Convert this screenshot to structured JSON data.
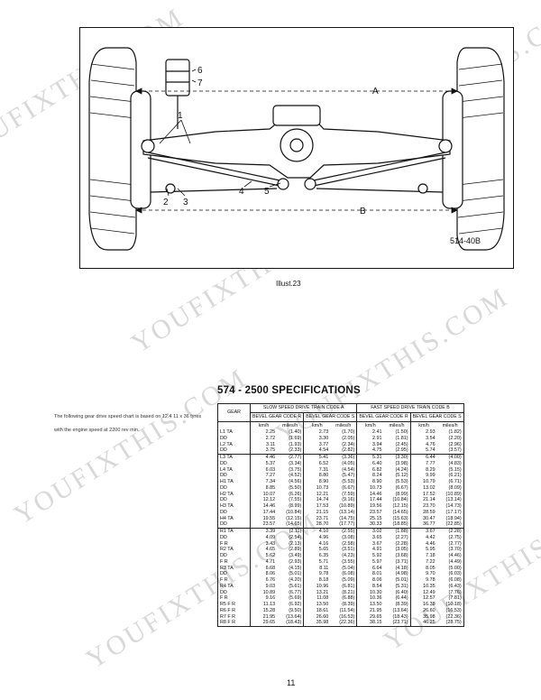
{
  "figure": {
    "labels": [
      "A",
      "B",
      "1",
      "2",
      "3",
      "4",
      "5",
      "6",
      "7"
    ],
    "figure_code": "514-40B",
    "caption": "Illust.23"
  },
  "specs": {
    "title": "574 - 2500 SPECIFICATIONS",
    "intro": "The following gear drive speed chart is based on 12.4 11 x 36 tyres with the engine speed at 2200 rev min.",
    "header": {
      "gear": "GEAR",
      "slow": "SLOW SPEED DRIVE TRAIN CODE A",
      "fast": "FAST SPEED DRIVE TRAIN CODE B",
      "bevel_r": "BEVEL GEAR CODE R",
      "bevel_s": "BEVEL GEAR CODE S",
      "kmh": "km/h",
      "mph": "miles/h"
    },
    "rows": [
      {
        "gear": "L1 TA",
        "v": [
          "2.25",
          "(1.40)",
          "2.73",
          "(1.70)",
          "2.41",
          "(1.50)",
          "2.93",
          "(1.82)"
        ]
      },
      {
        "gear": "DD",
        "v": [
          "2.72",
          "(1.69)",
          "3.30",
          "(2.05)",
          "2.91",
          "(1.81)",
          "3.54",
          "(2.20)"
        ]
      },
      {
        "gear": "L2 TA",
        "v": [
          "3.11",
          "(1.93)",
          "3.77",
          "(2.34)",
          "3.94",
          "(2.45)",
          "4.76",
          "(2.96)"
        ]
      },
      {
        "gear": "DD",
        "v": [
          "3.75",
          "(2.33)",
          "4.54",
          "(2.82)",
          "4.75",
          "(2.95)",
          "5.74",
          "(3.57)"
        ],
        "sep": true
      },
      {
        "gear": "L3 TA",
        "v": [
          "4.46",
          "(2.77)",
          "5.41",
          "(3.36)",
          "5.31",
          "(3.30)",
          "6.44",
          "(4.00)"
        ]
      },
      {
        "gear": "DD",
        "v": [
          "5.37",
          "(3.34)",
          "6.52",
          "(4.05)",
          "6.40",
          "(3.98)",
          "7.77",
          "(4.83)"
        ]
      },
      {
        "gear": "L4 TA",
        "v": [
          "6.03",
          "(3.75)",
          "7.31",
          "(4.54)",
          "6.82",
          "(4.24)",
          "8.29",
          "(5.15)"
        ]
      },
      {
        "gear": "DD",
        "v": [
          "7.27",
          "(4.52)",
          "8.80",
          "(5.47)",
          "8.24",
          "(5.12)",
          "9.99",
          "(6.21)"
        ]
      },
      {
        "gear": "H1 TA",
        "v": [
          "7.34",
          "(4.56)",
          "8.90",
          "(5.53)",
          "8.90",
          "(5.53)",
          "10.79",
          "(6.71)"
        ]
      },
      {
        "gear": "DD",
        "v": [
          "8.85",
          "(5.50)",
          "10.73",
          "(6.67)",
          "10.73",
          "(6.67)",
          "13.02",
          "(8.09)"
        ]
      },
      {
        "gear": "H2 TA",
        "v": [
          "10.07",
          "(6.26)",
          "12.21",
          "(7.59)",
          "14.46",
          "(8.99)",
          "17.52",
          "(10.89)"
        ]
      },
      {
        "gear": "DD",
        "v": [
          "12.12",
          "(7.55)",
          "14.74",
          "(9.16)",
          "17.44",
          "(10.84)",
          "21.14",
          "(13.14)"
        ]
      },
      {
        "gear": "H3 TA",
        "v": [
          "14.46",
          "(8.99)",
          "17.53",
          "(10.89)",
          "19.56",
          "(12.15)",
          "23.70",
          "(14.73)"
        ]
      },
      {
        "gear": "DD",
        "v": [
          "17.44",
          "(10.84)",
          "21.15",
          "(13.14)",
          "23.57",
          "(14.65)",
          "28.59",
          "(17.17)"
        ]
      },
      {
        "gear": "H4 TA",
        "v": [
          "19.55",
          "(12.15)",
          "23.71",
          "(14.75)",
          "25.15",
          "(15.63)",
          "30.47",
          "(18.94)"
        ]
      },
      {
        "gear": "DD",
        "v": [
          "23.57",
          "(14.65)",
          "28.70",
          "(17.77)",
          "30.33",
          "(18.85)",
          "36.77",
          "(22.85)"
        ],
        "sep": true
      },
      {
        "gear": "R1 TA",
        "v": [
          "3.39",
          "(2.11)",
          "4.10",
          "(2.55)",
          "3.02",
          "(1.88)",
          "3.67",
          "(2.28)"
        ]
      },
      {
        "gear": "DD",
        "v": [
          "4.09",
          "(2.54)",
          "4.96",
          "(3.08)",
          "3.65",
          "(2.27)",
          "4.42",
          "(2.75)"
        ]
      },
      {
        "gear": "F R",
        "v": [
          "3.43",
          "(2.13)",
          "4.16",
          "(2.58)",
          "3.67",
          "(2.28)",
          "4.46",
          "(2.77)"
        ]
      },
      {
        "gear": "R2 TA",
        "v": [
          "4.65",
          "(2.89)",
          "5.65",
          "(3.51)",
          "4.91",
          "(3.05)",
          "5.95",
          "(3.70)"
        ]
      },
      {
        "gear": "DD",
        "v": [
          "5.62",
          "(3.49)",
          "6.35",
          "(4.23)",
          "5.92",
          "(3.68)",
          "7.18",
          "(4.46)"
        ]
      },
      {
        "gear": "F R",
        "v": [
          "4.71",
          "(2.93)",
          "5.71",
          "(3.55)",
          "5.97",
          "(3.71)",
          "7.22",
          "(4.49)"
        ]
      },
      {
        "gear": "R3 TA",
        "v": [
          "6.68",
          "(4.15)",
          "8.11",
          "(5.04)",
          "6.64",
          "(4.18)",
          "8.05",
          "(5.00)"
        ]
      },
      {
        "gear": "DD",
        "v": [
          "8.06",
          "(5.01)",
          "9.78",
          "(6.08)",
          "8.01",
          "(4.98)",
          "9.70",
          "(6.03)"
        ]
      },
      {
        "gear": "F R",
        "v": [
          "6.76",
          "(4.20)",
          "8.18",
          "(5.09)",
          "8.06",
          "(5.01)",
          "9.78",
          "(6.08)"
        ]
      },
      {
        "gear": "R4 TA",
        "v": [
          "9.03",
          "(5.61)",
          "10.96",
          "(6.81)",
          "8.54",
          "(5.31)",
          "10.35",
          "(6.43)"
        ]
      },
      {
        "gear": "DD",
        "v": [
          "10.89",
          "(6.77)",
          "13.21",
          "(8.21)",
          "10.30",
          "(6.40)",
          "12.49",
          "(7.76)"
        ]
      },
      {
        "gear": "F R",
        "v": [
          "9.16",
          "(5.69)",
          "11.08",
          "(6.88)",
          "10.36",
          "(6.44)",
          "12.57",
          "(7.81)"
        ]
      },
      {
        "gear": "R5 F R",
        "v": [
          "11.13",
          "(6.92)",
          "13.50",
          "(8.39)",
          "13.50",
          "(8.39)",
          "16.38",
          "(10.18)"
        ]
      },
      {
        "gear": "R6 F R",
        "v": [
          "15.28",
          "(9.50)",
          "18.61",
          "(11.54)",
          "21.95",
          "(13.64)",
          "26.60",
          "(16.53)"
        ]
      },
      {
        "gear": "R7 F R",
        "v": [
          "21.95",
          "(13.64)",
          "26.60",
          "(16.53)",
          "29.65",
          "(18.43)",
          "35.98",
          "(22.36)"
        ]
      },
      {
        "gear": "R8 F R",
        "v": [
          "29.65",
          "(18.43)",
          "35.98",
          "(22.36)",
          "38.15",
          "(23.71)",
          "46.25",
          "(28.75)"
        ]
      }
    ]
  },
  "page_number": "11",
  "watermarks": [
    "YOUFIXTHIS.COM",
    "YOUFIXTHIS.COM",
    "YOUFIXTHIS.COM",
    "YOUFIXTHIS.COM",
    "YOUFIXTHIS.COM",
    "YOUFIXTHIS.COM",
    "YOUFIXTHIS.COM"
  ]
}
